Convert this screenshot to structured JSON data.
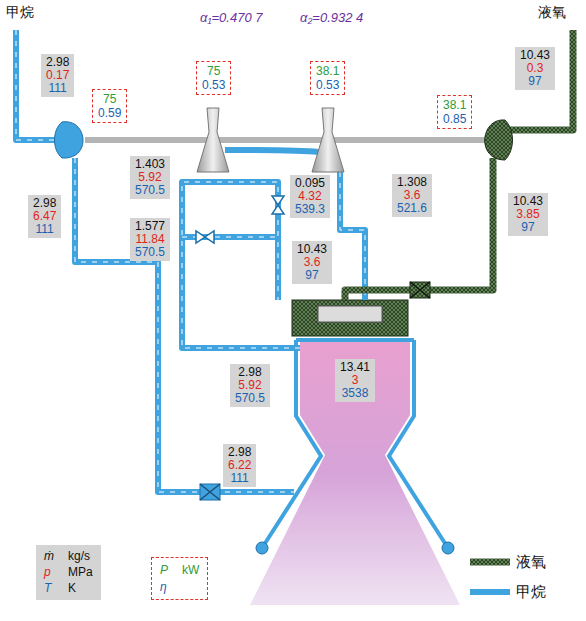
{
  "diagram": {
    "nodes": [
      {
        "text": [
          "2.98",
          "0.17",
          "111"
        ]
      },
      {
        "text": [
          "75",
          "0.59"
        ]
      },
      {
        "text": [
          "75",
          "0.53"
        ]
      },
      {
        "text": [
          "38.1",
          "0.53"
        ]
      },
      {
        "text": [
          "10.43",
          "0.3",
          "97"
        ]
      },
      {
        "text": [
          "38.1",
          "0.85"
        ]
      },
      {
        "text": [
          "2.98",
          "6.47",
          "111"
        ]
      },
      {
        "text": [
          "1.403",
          "5.92",
          "570.5"
        ]
      },
      {
        "text": [
          "0.095",
          "4.32",
          "539.3"
        ]
      },
      {
        "text": [
          "1.308",
          "3.6",
          "521.6"
        ]
      },
      {
        "text": [
          "10.43",
          "3.85",
          "97"
        ]
      },
      {
        "text": [
          "1.577",
          "11.84",
          "570.5"
        ]
      },
      {
        "text": [
          "10.43",
          "3.6",
          "97"
        ]
      },
      {
        "text": [
          "13.41",
          "3",
          "3538"
        ]
      },
      {
        "text": [
          "2.98",
          "5.92",
          "570.5"
        ]
      },
      {
        "text": [
          "2.98",
          "6.22",
          "111"
        ]
      },
      {
        "text": [
          "ṁ",
          "kg/s",
          "p",
          "MPa",
          "T",
          "K"
        ]
      },
      {
        "text": [
          "P",
          "kW",
          "η"
        ]
      }
    ],
    "labels": [
      "甲烷",
      "α₁=0.470 7",
      "α₂=0.932 4",
      "液氧"
    ],
    "legend": [
      {
        "text": "液氧"
      },
      {
        "text": "甲烷"
      }
    ]
  }
}
